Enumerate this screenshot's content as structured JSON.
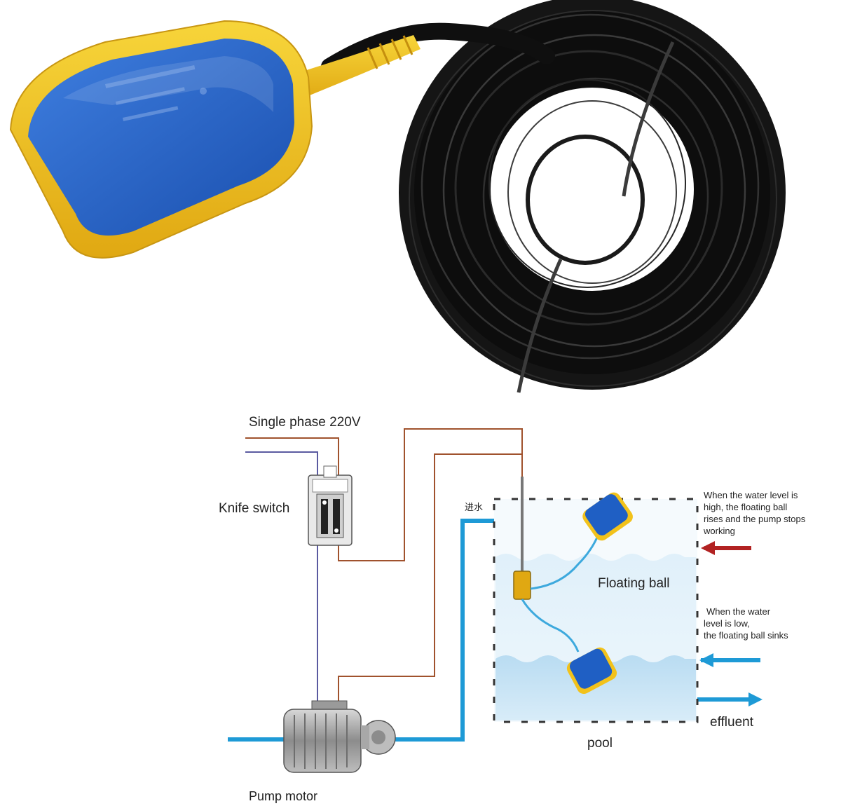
{
  "diagram": {
    "labels": {
      "power": "Single phase 220V",
      "knife_switch": "Knife switch",
      "inlet": "进水",
      "floating_ball": "Floating ball",
      "pool": "pool",
      "pump_motor": "Pump motor",
      "effluent": "effluent",
      "high_note": [
        "When the water level is",
        "high, the floating ball",
        "rises and the pump stops",
        "working"
      ],
      "low_note": [
        "When the water",
        "level is low,",
        "the floating ball sinks"
      ]
    },
    "colors": {
      "float_body": "#1f5fc4",
      "float_frame": "#f2c21b",
      "cable": "#111111",
      "wire_brown": "#a0522d",
      "wire_blue": "#5a5aa0",
      "water": "#1e9ad6",
      "high_arrow": "#b22222",
      "low_arrow": "#1e9ad6"
    },
    "icons": [
      "float-switch-icon",
      "cable-coil-icon",
      "knife-switch-icon",
      "pump-motor-icon"
    ]
  }
}
